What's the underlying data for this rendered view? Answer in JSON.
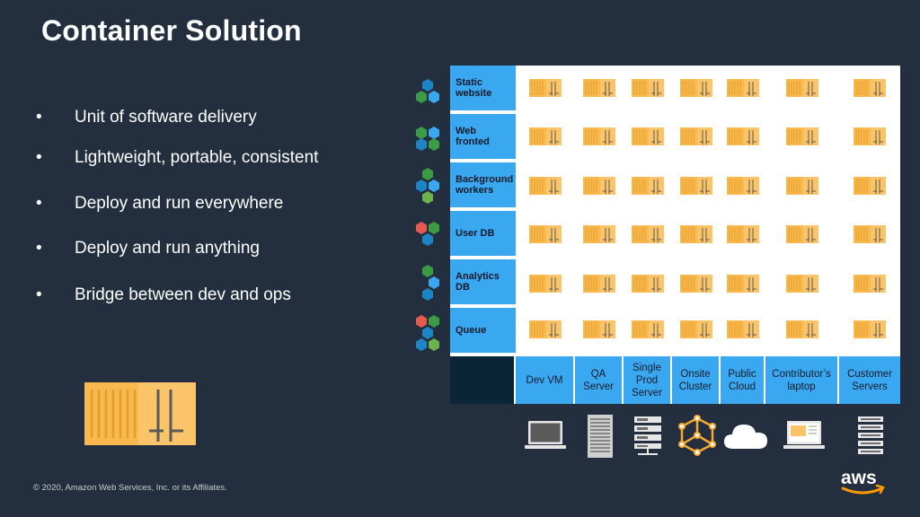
{
  "title": "Container Solution",
  "bullets": [
    "Unit of software delivery",
    "Lightweight, portable, consistent",
    "Deploy and run everywhere",
    "Deploy and run anything",
    "Bridge between dev and ops"
  ],
  "grid": {
    "rows": [
      {
        "line1": "Static",
        "line2": "website"
      },
      {
        "line1": "Web",
        "line2": "fronted"
      },
      {
        "line1": "Background",
        "line2": "workers"
      },
      {
        "line1": "User DB",
        "line2": ""
      },
      {
        "line1": "Analytics",
        "line2": "DB"
      },
      {
        "line1": "Queue",
        "line2": ""
      }
    ],
    "columns": [
      {
        "lines": [
          "Dev VM"
        ]
      },
      {
        "lines": [
          "QA",
          "Server"
        ]
      },
      {
        "lines": [
          "Single",
          "Prod",
          "Server"
        ]
      },
      {
        "lines": [
          "Onsite",
          "Cluster"
        ]
      },
      {
        "lines": [
          "Public",
          "Cloud"
        ]
      },
      {
        "lines": [
          "Contributor’s",
          "laptop"
        ]
      },
      {
        "lines": [
          "Customer",
          "Servers"
        ]
      }
    ]
  },
  "devices": [
    "laptop-icon",
    "server-rack-icon",
    "server-icon",
    "cluster-icon",
    "cloud-icon",
    "contributor-laptop-icon",
    "customer-servers-icon"
  ],
  "footer": "© 2020, Amazon Web Services, Inc. or its Affiliates.",
  "logo_text": "aws",
  "colors": {
    "background": "#232f3e",
    "accent_blue": "#3aa8f0",
    "container_orange": "#f9b94f",
    "hex_green": "#3c9b45",
    "hex_blue": "#1d84c6",
    "hex_red": "#e8584f"
  }
}
